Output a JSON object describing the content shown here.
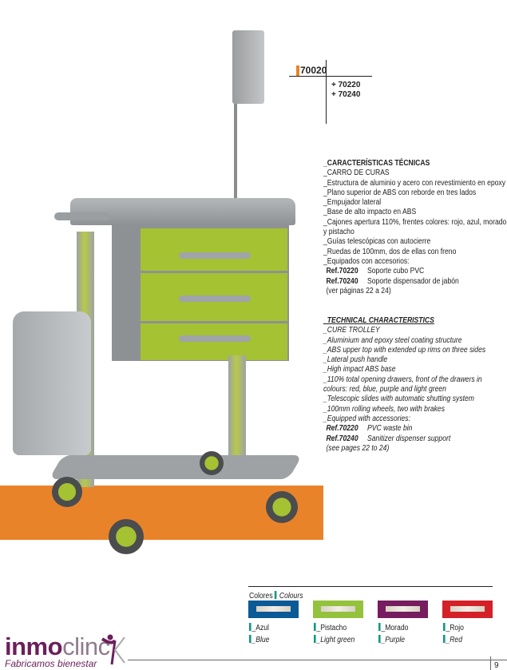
{
  "product": {
    "ref": "70020",
    "accessories": [
      "+ 70220",
      "+ 70240"
    ]
  },
  "spec_es": {
    "title": "_CARACTERÍSTICAS TÉCNICAS",
    "lines": [
      "_CARRO DE CURAS",
      "_Estructura de aluminio y acero con revestimiento en epoxy",
      "_Plano superior de ABS con reborde en tres lados",
      "_Empujador lateral",
      "_Base de alto impacto en ABS",
      "_Cajones apertura 110%, frentes colores: rojo, azul, morado",
      " y pistacho",
      "_Guías telescópicas con autocierre",
      "_Ruedas de 100mm, dos de ellas con freno",
      "_Equipados con accesorios:"
    ],
    "refs": [
      {
        "ref": "Ref.70220",
        "desc": "Soporte cubo PVC"
      },
      {
        "ref": "Ref.70240",
        "desc": "Soporte dispensador de jabón"
      }
    ],
    "note": "(ver páginas 22 a 24)"
  },
  "spec_en": {
    "title": "_TECHNICAL CHARACTERISTICS",
    "lines": [
      "_CURE TROLLEY",
      "_Aluminium and epoxy steel coating structure",
      "_ABS upper top with extended up rims on three sides",
      "_Lateral push handle",
      "_High impact ABS base",
      "_110% total opening drawers, front of the drawers in",
      " colours: red, blue, purple and light green",
      "_Telescopic slides with automatic shutting system",
      "_100mm rolling wheels, two with brakes",
      "_Equipped with accessories:"
    ],
    "refs": [
      {
        "ref": "Ref.70220",
        "desc": "PVC waste bin"
      },
      {
        "ref": "Ref.70240",
        "desc": "Sanitizer dispenser support"
      }
    ],
    "note": "(see pages 22 to 24)"
  },
  "colours": {
    "title_es": "Colores",
    "title_en": "Colours",
    "items": [
      {
        "es": "_Azul",
        "en": "_Blue",
        "color": "#0b5a96"
      },
      {
        "es": "_Pistacho",
        "en": "_Light green",
        "color": "#94c23c"
      },
      {
        "es": "_Morado",
        "en": "_Purple",
        "color": "#761c5f"
      },
      {
        "es": "_Rojo",
        "en": "_Red",
        "color": "#d42128"
      }
    ]
  },
  "brand": {
    "name_bold": "inmo",
    "name_light": "clinc",
    "tagline": "Fabricamos bienestar"
  },
  "page_number": "9"
}
